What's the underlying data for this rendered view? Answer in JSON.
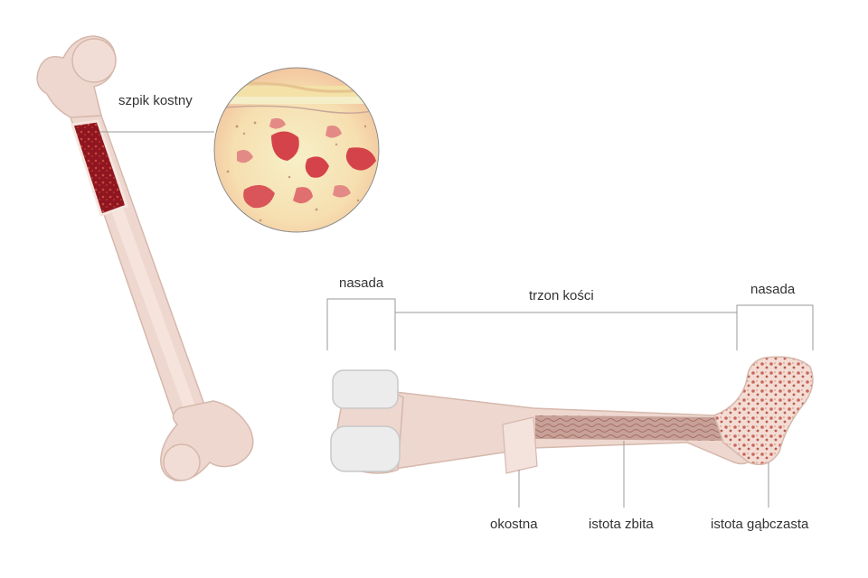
{
  "labels": {
    "bone_marrow": "szpik kostny",
    "epiphysis_left": "nasada",
    "diaphysis": "trzon kości",
    "epiphysis_right": "nasada",
    "periosteum": "okostna",
    "compact_bone": "istota zbita",
    "spongy_bone": "istota gąbczasta"
  },
  "colors": {
    "bone": "#eed7cf",
    "bone_shadow": "#d6b8ac",
    "cartilage": "#ececec",
    "marrow_red": "#8f1620",
    "spongy_red": "#c9675a",
    "leader_line": "#9a9a9a"
  }
}
